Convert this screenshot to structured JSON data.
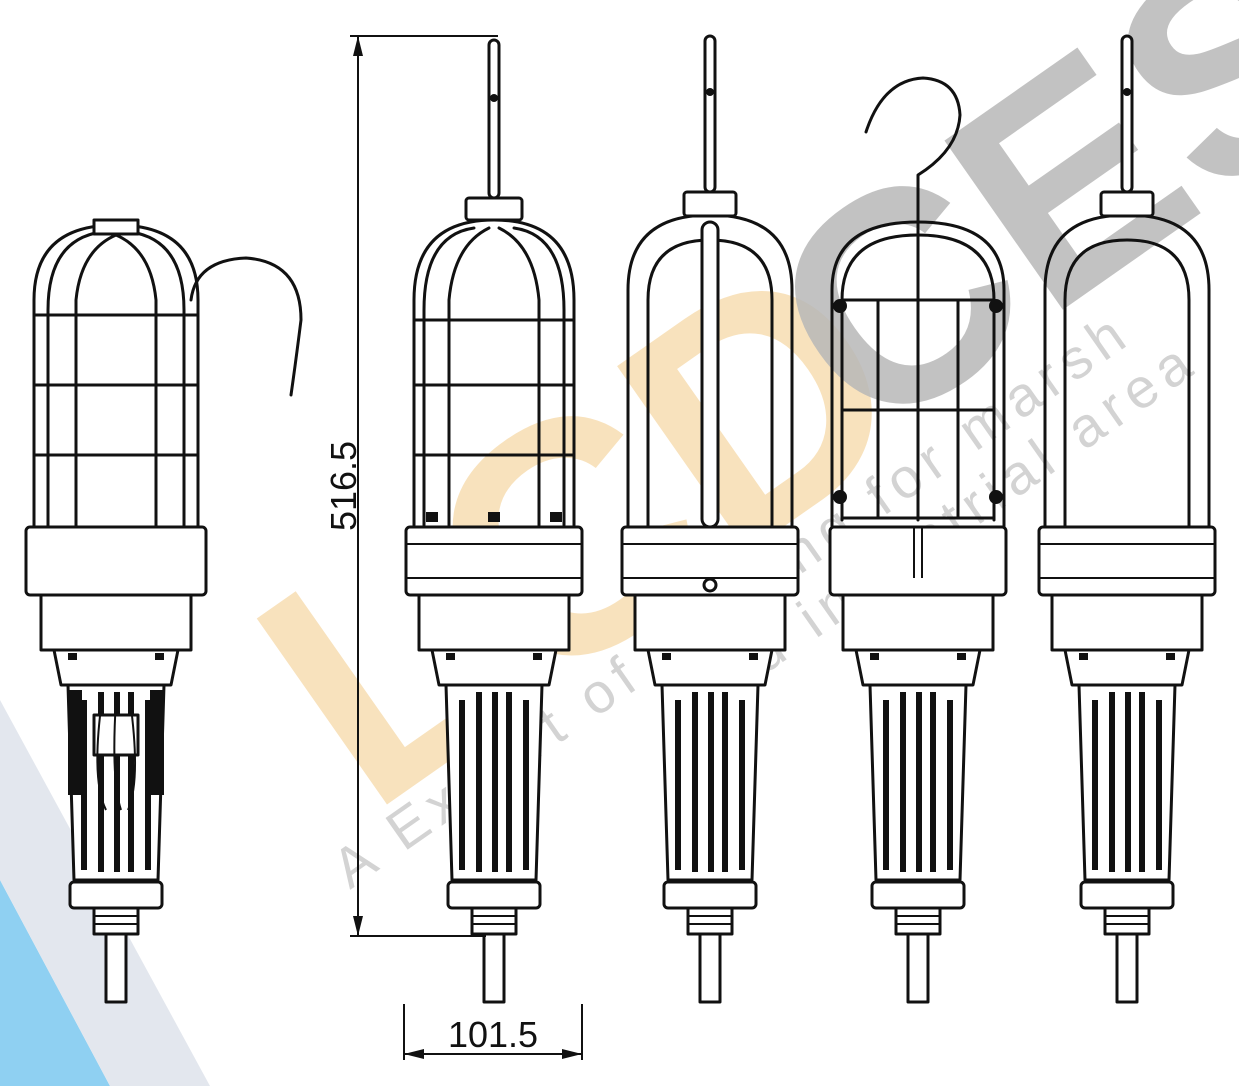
{
  "dimensions": {
    "height_label": "516.5",
    "width_label": "101.5"
  },
  "watermark": {
    "brand_left": "LCD",
    "brand_right": "CES",
    "tagline_1": "A Expert of lighting for marsh",
    "tagline_2": "and industrial area",
    "colors": {
      "brand_orange": "#f6d9a8",
      "brand_gray": "#b4b4b4",
      "accent_blue": "#8fd0f2",
      "accent_light": "#dfe4ec"
    }
  },
  "views": [
    {
      "name": "side view with hook and cutaway"
    },
    {
      "name": "front view with guard"
    },
    {
      "name": "side view without guard"
    },
    {
      "name": "front view with hook"
    },
    {
      "name": "front view without guard"
    }
  ]
}
